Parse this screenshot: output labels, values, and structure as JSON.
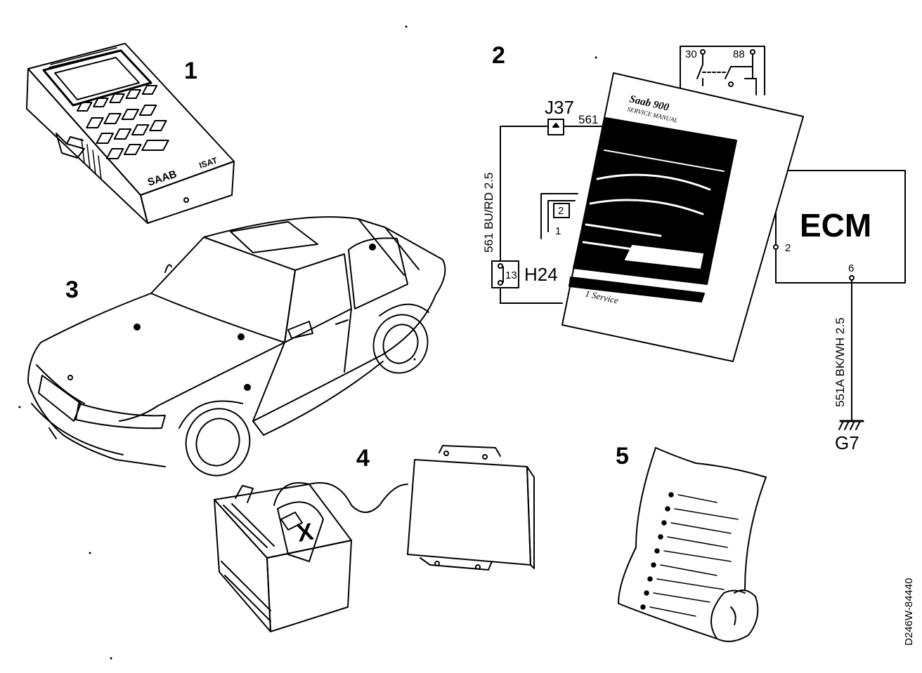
{
  "labels": {
    "item1": "1",
    "item2": "2",
    "item3": "3",
    "item4": "4",
    "item5": "5"
  },
  "wiring": {
    "connector_j37": "J37",
    "wire_561": "561",
    "wire_561_bu_rd": "561 BU/RD 2.5",
    "connector_h24": "H24",
    "pin_13": "13",
    "ecm": "ECM",
    "pin_2": "2",
    "pin_6": "6",
    "wire_551a": "551A BK/WH 2.5",
    "ground_g7": "G7",
    "relay_30": "30",
    "relay_88": "88",
    "relay_pin_2": "2",
    "relay_pin_1": "1"
  },
  "manual": {
    "title": "Saab 900",
    "subtitle": "SERVICE MANUAL",
    "section": "1 Service"
  },
  "device": {
    "brand": "SAAB",
    "model": "ISAT"
  },
  "battery": {
    "mark": "X"
  },
  "reference_code": "D246W-84440"
}
